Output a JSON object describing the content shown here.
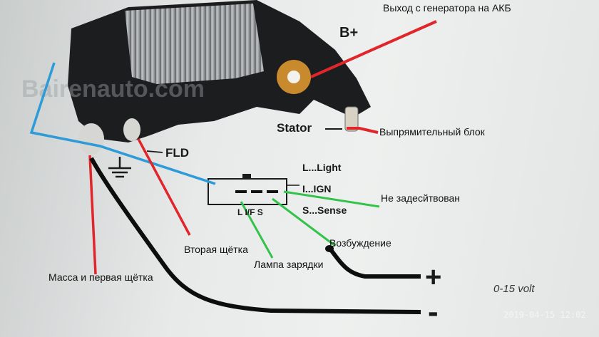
{
  "labels": {
    "output_note": "Выход с генератора на АКБ",
    "b_plus": "B+",
    "stator": "Stator",
    "rectifier": "Выпрямительный блок",
    "fld": "FLD",
    "light": "L...Light",
    "ign": "I...IGN",
    "sense": "S...Sense",
    "connector_pins": "L I/F S",
    "not_used": "Не задесйтвован",
    "excitation": "Возбуждение",
    "charge_lamp": "Лампа зарядки",
    "second_brush": "Вторая щётка",
    "ground_first_brush": "Масса и первая щётка",
    "plus_sign": "+",
    "minus_sign": "-",
    "voltage": "0-15 volt",
    "watermark": "Bairenauto.com",
    "timestamp": "2019-04-15  12:02"
  },
  "colors": {
    "red_wire": "#e0262a",
    "blue_wire": "#2d9bd8",
    "green_wire": "#33c24a",
    "black_wire": "#0d0d0d"
  }
}
